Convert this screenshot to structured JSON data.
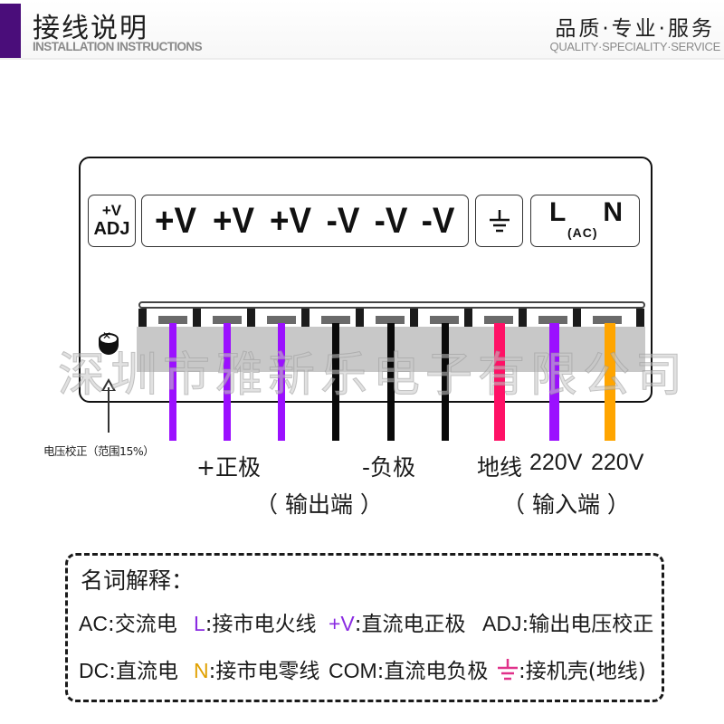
{
  "header": {
    "title": "接线说明",
    "subtitle": "INSTALLATION INSTRUCTIONS",
    "slogan": "品质·专业·服务",
    "slogan_en": "QUALITY·SPECIALITY·SERVICE",
    "accent_color": "#4a0d7a"
  },
  "device": {
    "adj_label_top": "+V",
    "adj_label_bottom": "ADJ",
    "output_terminals": [
      "+V",
      "+V",
      "+V",
      "-V",
      "-V",
      "-V"
    ],
    "ground_icon": "earth-ground-icon",
    "ac_label_l": "L",
    "ac_label_n": "N",
    "ac_label_sub": "(AC)",
    "knob_icon": "adjust-potentiometer-icon"
  },
  "wires": [
    {
      "terminal": "+V",
      "color": "#9b10ff"
    },
    {
      "terminal": "+V",
      "color": "#9b10ff"
    },
    {
      "terminal": "+V",
      "color": "#9b10ff"
    },
    {
      "terminal": "-V",
      "color": "#0a0a0a"
    },
    {
      "terminal": "-V",
      "color": "#0a0a0a"
    },
    {
      "terminal": "-V",
      "color": "#0a0a0a"
    },
    {
      "terminal": "GND",
      "color": "#ff1166"
    },
    {
      "terminal": "L",
      "color": "#9b10ff"
    },
    {
      "terminal": "N",
      "color": "#ffa500"
    }
  ],
  "watermark": "深圳市雅新乐电子有限公司",
  "captions": {
    "adjust": "电压校正（范围15%）",
    "positive": "+正极",
    "negative": "-负极",
    "output_group": "（ 输出端 ）",
    "ground": "地线",
    "live": "220V",
    "neutral": "220V",
    "input_group": "（ 输入端 ）"
  },
  "glossary": {
    "title": "名词解释：",
    "rows": [
      [
        {
          "key": "AC",
          "text": ":交流电",
          "key_color": "#1a1a1a"
        },
        {
          "key": "L",
          "text": ":接市电火线",
          "key_color": "#8a2be2"
        },
        {
          "key": "+V",
          "text": ":直流电正极",
          "key_color": "#8a2be2"
        },
        {
          "key": "ADJ",
          "text": ":输出电压校正",
          "key_color": "#1a1a1a"
        }
      ],
      [
        {
          "key": "DC",
          "text": ":直流电",
          "key_color": "#1a1a1a"
        },
        {
          "key": "N",
          "text": ":接市电零线",
          "key_color": "#e0a000"
        },
        {
          "key": "COM",
          "text": ":直流电负极",
          "key_color": "#1a1a1a"
        },
        {
          "key": "⏚",
          "text": ":接机壳(地线)",
          "key_color": "#e0318a"
        }
      ]
    ]
  }
}
